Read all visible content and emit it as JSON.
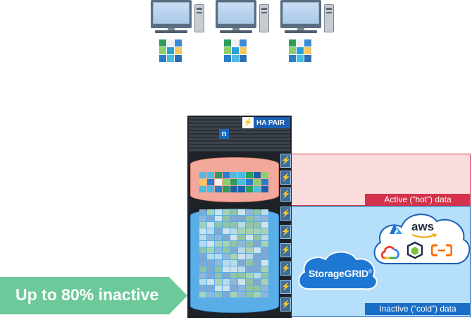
{
  "storage_system": {
    "badge_label": "HA PAIR",
    "badge_icon": "lightning-bolt-icon",
    "vendor_logo_glyph": "n"
  },
  "tiers": {
    "hot_label": "Active (“hot”) data",
    "cold_label": "Inactive (“cold”) data"
  },
  "cloud_providers": {
    "object_store_name": "StorageGRID",
    "registered_mark": "®",
    "aws_label": "aws",
    "icons": [
      "azure-icon",
      "aws-icon",
      "google-cloud-icon",
      "oracle-cloud-icon",
      "alibaba-cloud-icon"
    ]
  },
  "callout": {
    "text": "Up to 80% inactive"
  },
  "colors": {
    "hot": "#d4324b",
    "cold": "#1a6ec6",
    "netapp_blue": "#1a5fb4",
    "arrow_green": "#6cc99a"
  }
}
